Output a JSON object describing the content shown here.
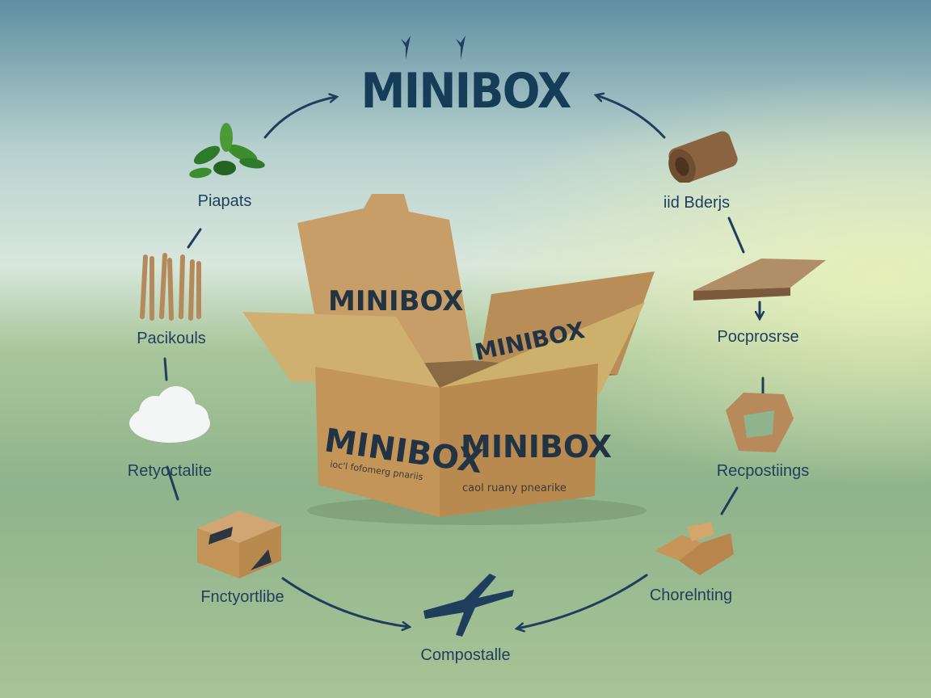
{
  "title": "MINIBOX",
  "box": {
    "brand": "MINIBOX",
    "front_tagline": "caol ruany pnearike",
    "side_tagline": "ioc'l fofomerg pnariis"
  },
  "nodes": [
    {
      "label": "Piapats",
      "icon": "plant-icon"
    },
    {
      "label": "iid Bderjs",
      "icon": "roll-icon"
    },
    {
      "label": "Pacikouls",
      "icon": "sticks-icon"
    },
    {
      "label": "Pocprosrse",
      "icon": "cardboard-sheet-icon"
    },
    {
      "label": "Retyoctalite",
      "icon": "cloud-icon"
    },
    {
      "label": "Recpostiings",
      "icon": "folded-frame-icon"
    },
    {
      "label": "Fnctyortlibe",
      "icon": "small-box-icon"
    },
    {
      "label": "Chorelnting",
      "icon": "cardboard-pieces-icon"
    },
    {
      "label": "Compostalle",
      "icon": "airplane-icon"
    }
  ],
  "colors": {
    "title": "#163d58",
    "arrow": "#1e3e5c",
    "cardboard": "#c89b62"
  }
}
